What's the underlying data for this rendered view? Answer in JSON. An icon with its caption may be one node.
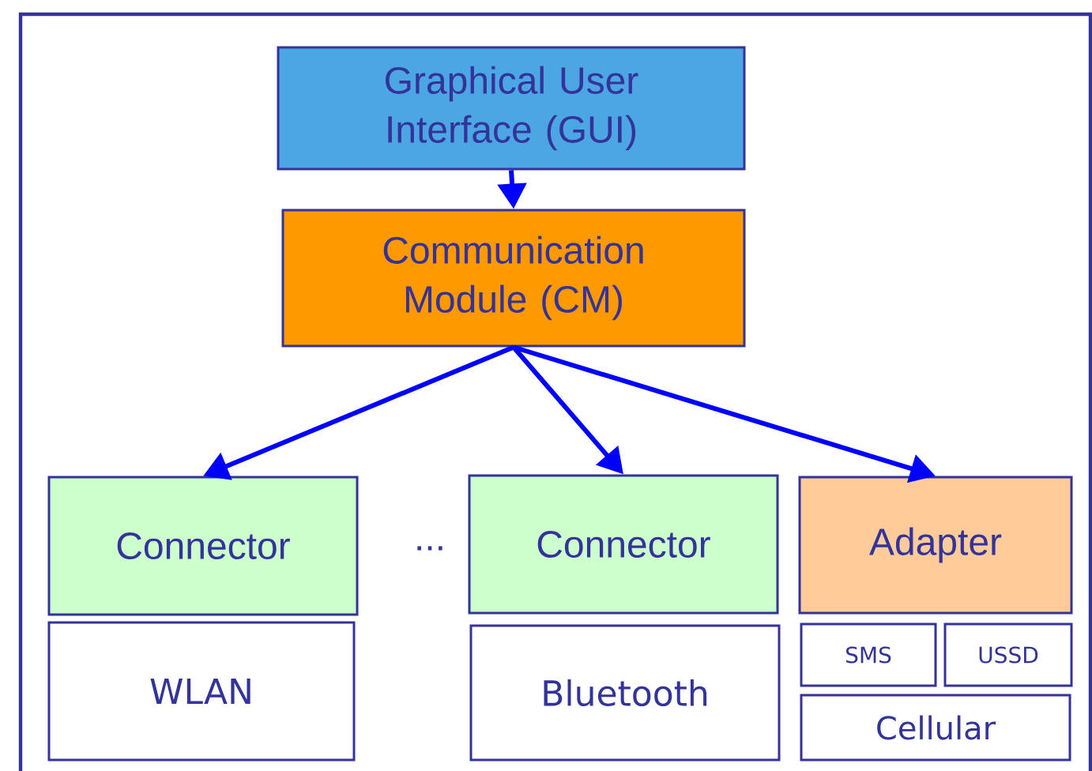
{
  "diagram": {
    "nodes": [
      {
        "text": [
          "Graphical User Interface (GUI)"
        ]
      },
      {
        "text": [
          "Communication Module (CM)"
        ]
      },
      {
        "text": [
          "Connector"
        ]
      },
      {
        "text": [
          "Connector"
        ]
      },
      {
        "text": [
          "Adapter"
        ]
      },
      {
        "text": [
          "WLAN"
        ]
      },
      {
        "text": [
          "Bluetooth"
        ]
      },
      {
        "text": [
          "SMS"
        ]
      },
      {
        "text": [
          "USSD"
        ]
      },
      {
        "text": [
          "Cellular"
        ]
      }
    ],
    "edges": [
      {
        "from": 0,
        "to": 1,
        "arrow": "to"
      },
      {
        "from": 1,
        "to": 2,
        "arrow": "to"
      },
      {
        "from": 1,
        "to": 3,
        "arrow": "to"
      },
      {
        "from": 1,
        "to": 4,
        "arrow": "to"
      }
    ],
    "labels": [
      "..."
    ]
  }
}
